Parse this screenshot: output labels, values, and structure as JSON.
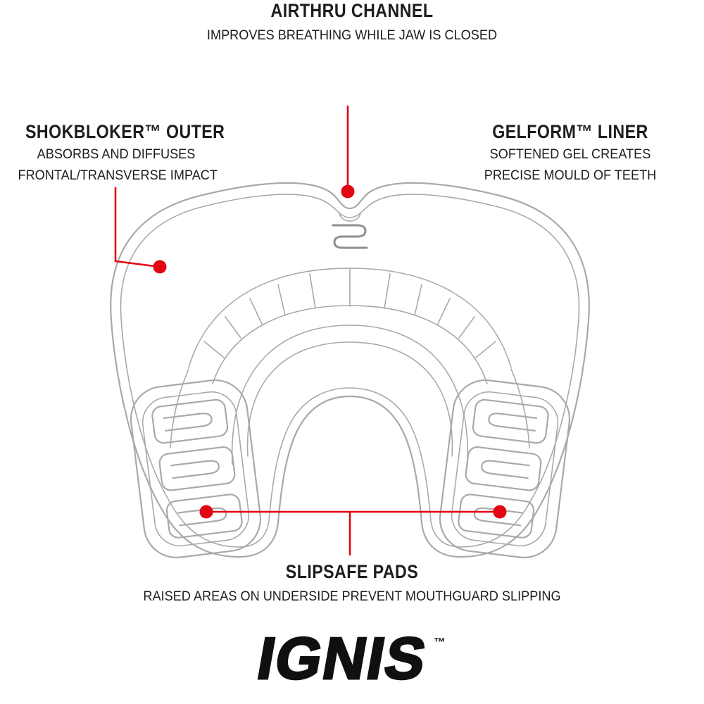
{
  "colors": {
    "accent_red": "#e20613",
    "line_gray": "#a9a9a9",
    "text_dark": "#1d1d1b"
  },
  "callouts": {
    "airthru": {
      "title": "AIRTHRU CHANNEL",
      "description": "IMPROVES BREATHING WHILE JAW IS CLOSED"
    },
    "shokbloker": {
      "title": "SHOKBLOKER™ OUTER",
      "line1": "ABSORBS AND DIFFUSES",
      "line2": "FRONTAL/TRANSVERSE IMPACT"
    },
    "gelform": {
      "title": "GELFORM™ LINER",
      "line1": "SOFTENED GEL CREATES",
      "line2": "PRECISE MOULD OF TEETH"
    },
    "slipsafe": {
      "title": "SLIPSAFE PADS",
      "description": "RAISED AREAS ON UNDERSIDE PREVENT MOUTHGUARD SLIPPING"
    }
  },
  "brand": {
    "name": "IGNIS",
    "trademark": "™"
  },
  "diagram": {
    "subject": "mouthguard line drawing (front view)"
  }
}
